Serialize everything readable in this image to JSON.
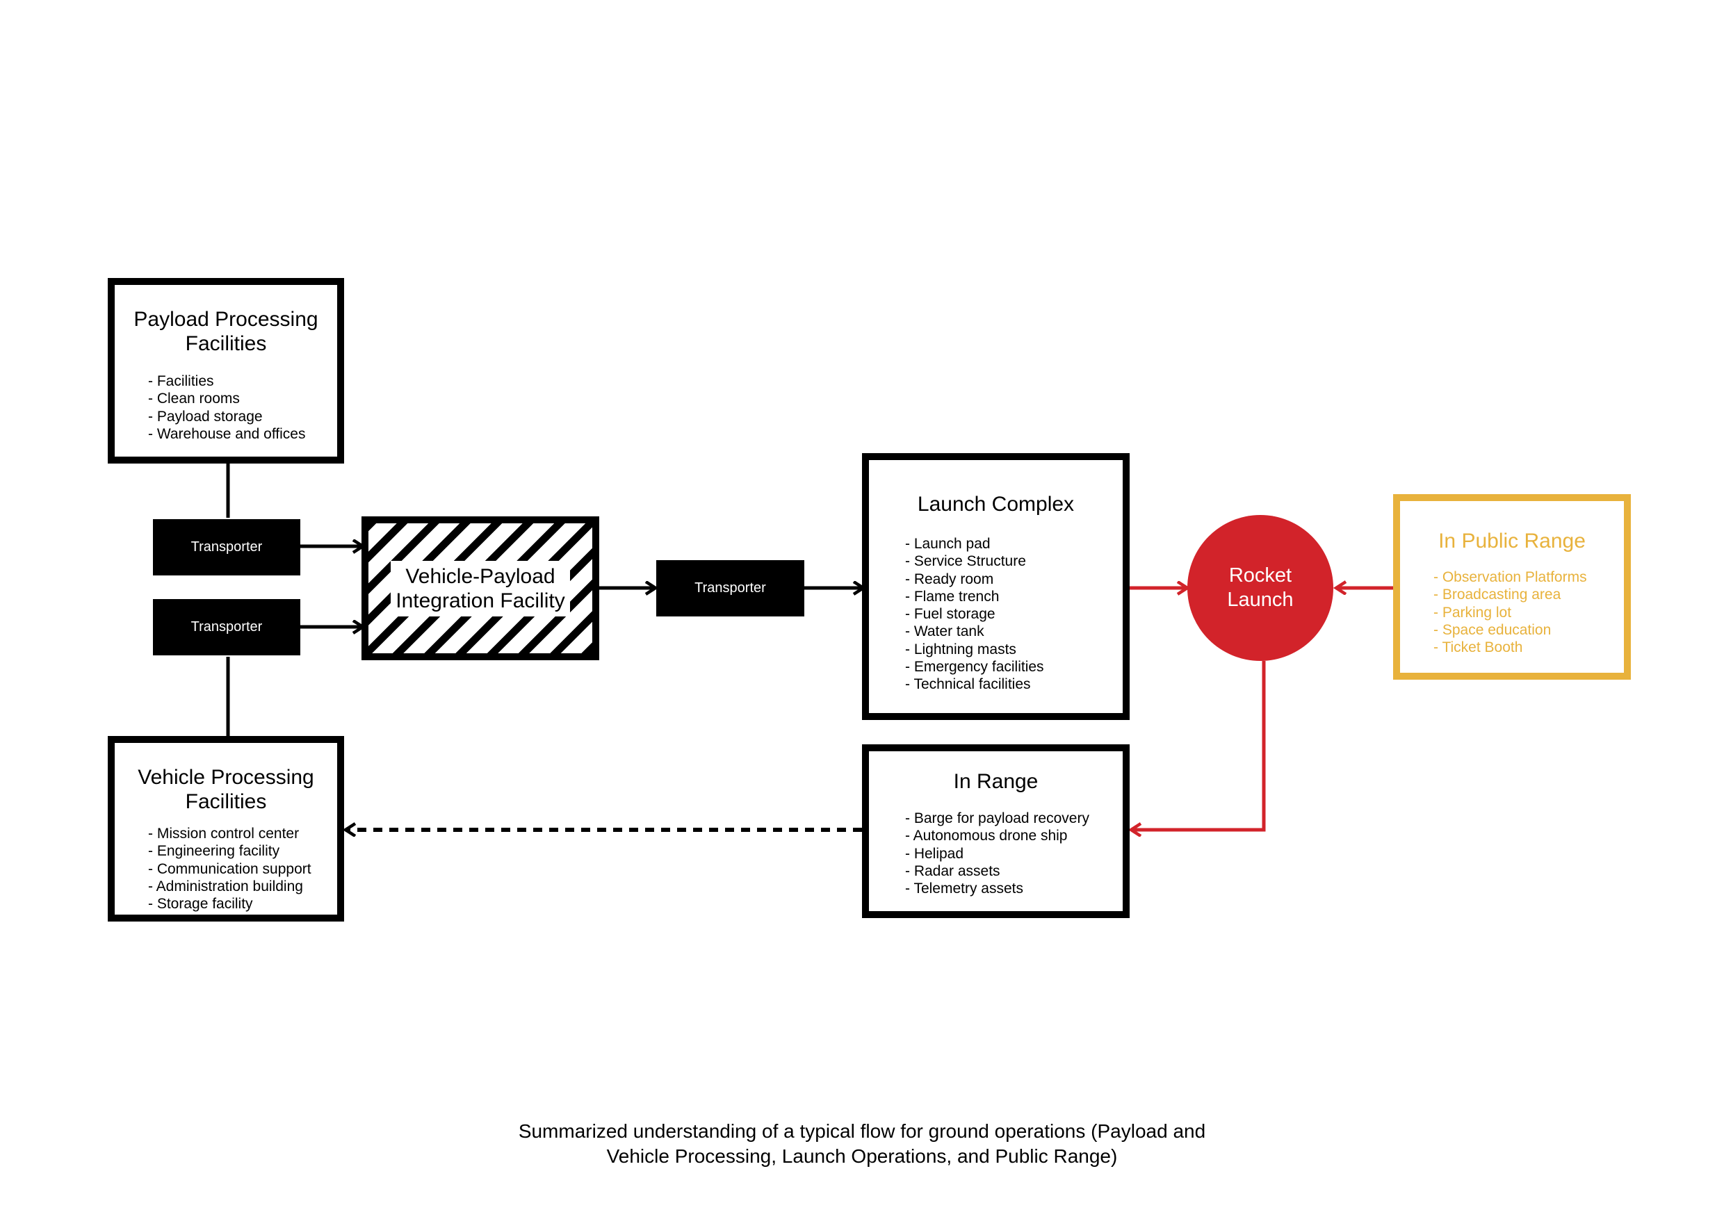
{
  "colors": {
    "primary": "#000000",
    "accent_red": "#d2232a",
    "accent_gold": "#e8b23c",
    "background": "#ffffff"
  },
  "nodes": {
    "payload_processing": {
      "title_lines": [
        "Payload Processing",
        "Facilities"
      ],
      "items": [
        "Facilities",
        "Clean rooms",
        "Payload storage",
        "Warehouse and offices"
      ]
    },
    "vehicle_processing": {
      "title_lines": [
        "Vehicle Processing",
        "Facilities"
      ],
      "items": [
        "Mission control center",
        "Engineering facility",
        "Communication support",
        "Administration building",
        "Storage facility"
      ]
    },
    "integration_facility": {
      "title_lines": [
        "Vehicle-Payload",
        "Integration Facility"
      ]
    },
    "launch_complex": {
      "title": "Launch Complex",
      "items": [
        "Launch pad",
        "Service Structure",
        "Ready room",
        "Flame trench",
        "Fuel storage",
        "Water tank",
        "Lightning masts",
        "Emergency facilities",
        "Technical facilities"
      ]
    },
    "in_range": {
      "title": "In Range",
      "items": [
        "Barge for payload recovery",
        "Autonomous drone ship",
        "Helipad",
        "Radar assets",
        "Telemetry assets"
      ]
    },
    "public_range": {
      "title": "In Public Range",
      "items": [
        "Observation Platforms",
        "Broadcasting area",
        "Parking lot",
        "Space education",
        "Ticket Booth"
      ]
    },
    "rocket_launch": {
      "label_lines": [
        "Rocket",
        "Launch"
      ]
    }
  },
  "transporters": [
    "Transporter",
    "Transporter",
    "Transporter"
  ],
  "caption_lines": [
    "Summarized understanding of a typical flow for ground operations (Payload and",
    "Vehicle Processing, Launch Operations, and Public Range)"
  ]
}
